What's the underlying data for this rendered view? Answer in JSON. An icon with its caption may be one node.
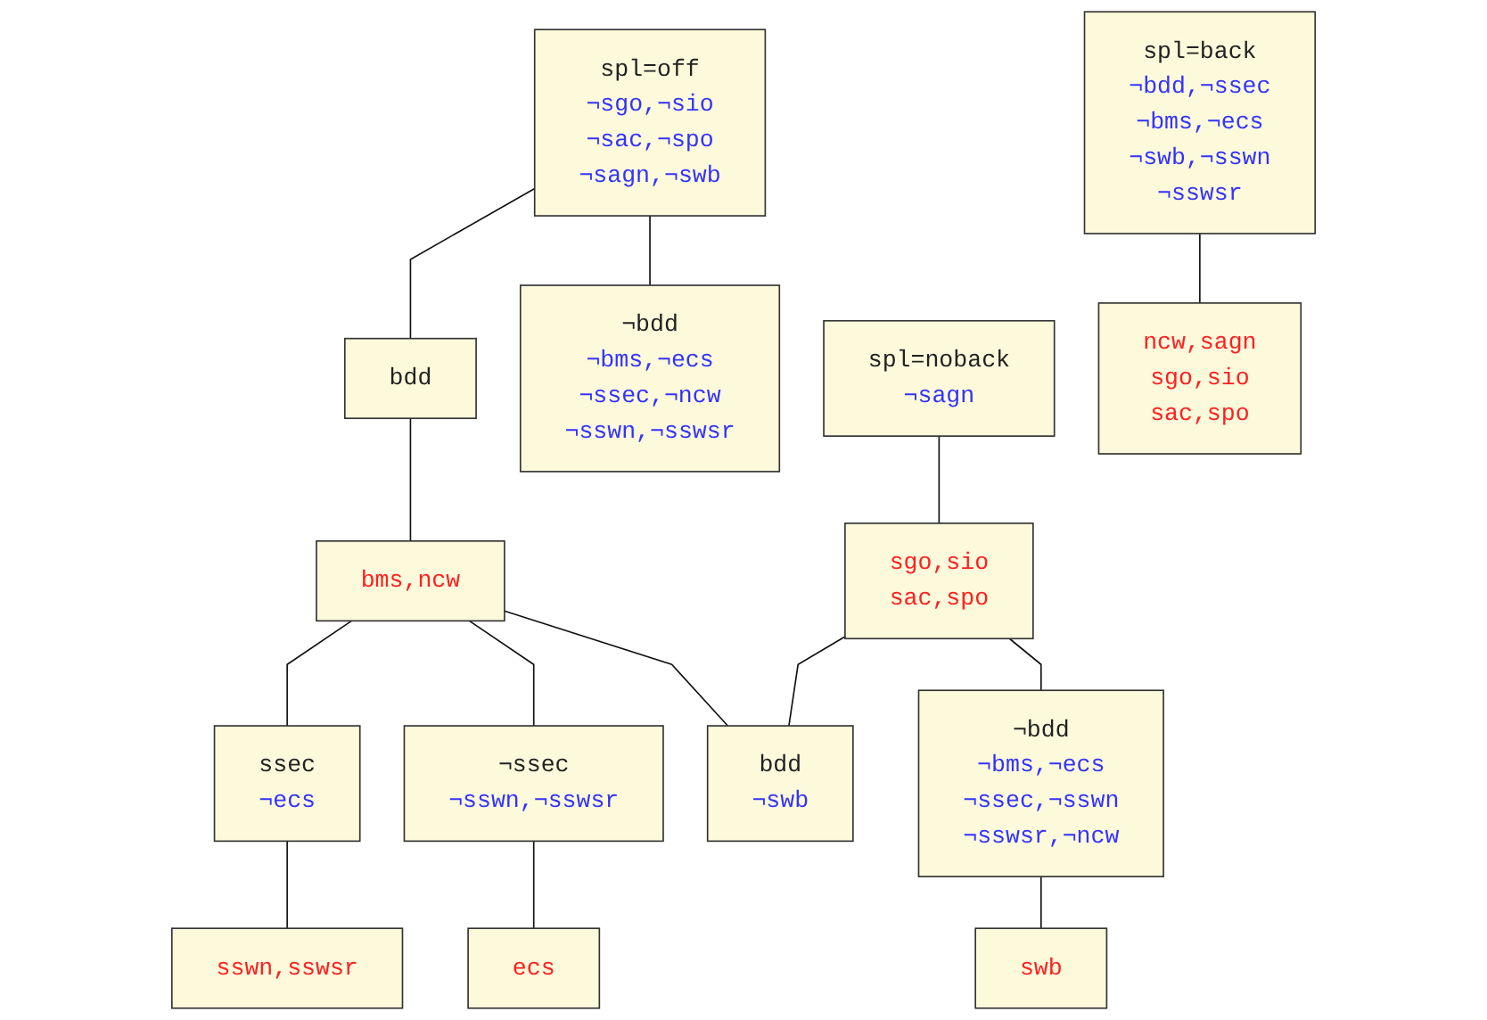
{
  "diagram": {
    "nodes": [
      {
        "text": [
          "spl=off",
          "¬sgo,¬sio ¬sac,¬spo ¬sagn,¬swb"
        ]
      },
      {
        "text": [
          "bdd"
        ]
      },
      {
        "text": [
          "¬bdd",
          "¬bms,¬ecs ¬ssec,¬ncw ¬sswn,¬sswsr"
        ]
      },
      {
        "text": [
          "bms,ncw"
        ]
      },
      {
        "text": [
          "ssec",
          "¬ecs"
        ]
      },
      {
        "text": [
          "¬ssec",
          "¬sswn,¬sswsr"
        ]
      },
      {
        "text": [
          "sswn,sswsr"
        ]
      },
      {
        "text": [
          "ecs"
        ]
      },
      {
        "text": [
          "spl=noback",
          "¬sagn"
        ]
      },
      {
        "text": [
          "sgo,sio sac,spo"
        ]
      },
      {
        "text": [
          "bdd",
          "¬swb"
        ]
      },
      {
        "text": [
          "¬bdd",
          "¬bms,¬ecs ¬ssec,¬sswn ¬sswsr,¬ncw"
        ]
      },
      {
        "text": [
          "swb"
        ]
      },
      {
        "text": [
          "spl=back",
          "¬bdd,¬ssec ¬bms,¬ecs ¬swb,¬sswn ¬sswsr"
        ]
      },
      {
        "text": [
          "ncw,sagn sgo,sio sac,spo"
        ]
      }
    ],
    "edges": [
      {
        "from": 0,
        "to": 1,
        "arrow": "none"
      },
      {
        "from": 0,
        "to": 2,
        "arrow": "none"
      },
      {
        "from": 1,
        "to": 3,
        "arrow": "none"
      },
      {
        "from": 3,
        "to": 10,
        "arrow": "none"
      },
      {
        "from": 3,
        "to": 4,
        "arrow": "none"
      },
      {
        "from": 3,
        "to": 5,
        "arrow": "none"
      },
      {
        "from": 4,
        "to": 6,
        "arrow": "none"
      },
      {
        "from": 5,
        "to": 7,
        "arrow": "none"
      },
      {
        "from": 8,
        "to": 9,
        "arrow": "none"
      },
      {
        "from": 9,
        "to": 10,
        "arrow": "none"
      },
      {
        "from": 9,
        "to": 11,
        "arrow": "none"
      },
      {
        "from": 11,
        "to": 12,
        "arrow": "none"
      },
      {
        "from": 13,
        "to": 14,
        "arrow": "none"
      }
    ]
  }
}
